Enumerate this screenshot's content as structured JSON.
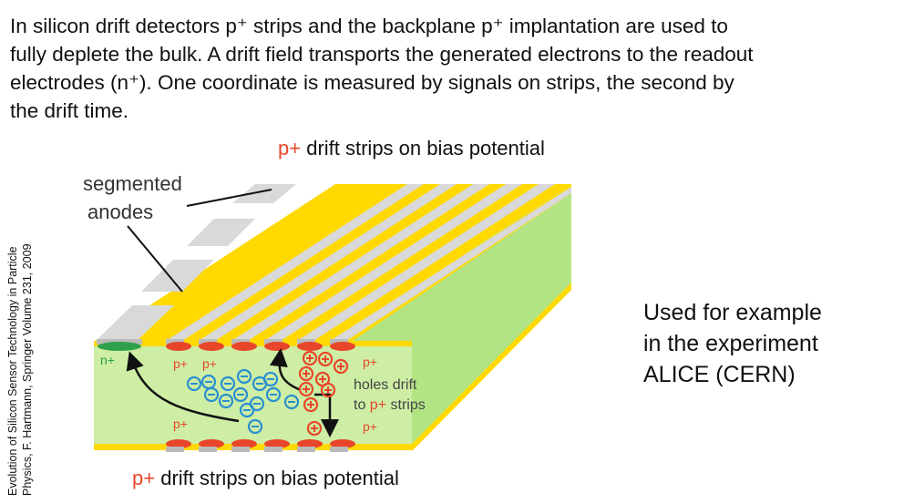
{
  "intro": {
    "line1": "In silicon drift detectors p⁺ strips and the backplane p⁺ implantation are used to",
    "line2": "fully deplete the bulk. A drift field transports the generated electrons to the readout",
    "line3": "electrodes (n⁺). One coordinate is measured by signals on strips, the second by",
    "line4": "the drift time."
  },
  "citation": {
    "line1": "Evolution of Silicon Sensor Technology in Particle",
    "line2": "Physics, F. Hartmann, Springer Volume 231, 2009"
  },
  "diagram": {
    "top_label_prefix": "p+",
    "top_label_text": " drift strips on bias potential",
    "bottom_label_prefix": "p+",
    "bottom_label_text": " drift strips on bias potential",
    "anodes_line1": "segmented",
    "anodes_line2": "anodes",
    "n_plus": "n+",
    "p_plus": "p+",
    "holes_line1": "holes drift",
    "holes_line2_prefix": "to ",
    "holes_line2_pplus": "p+",
    "holes_line2_suffix": " strips",
    "electron_symbol": "⊖",
    "hole_symbol": "⊕",
    "colors": {
      "bulk_front": "#cdeea4",
      "bulk_side": "#b3e484",
      "implant_yellow": "#ffd900",
      "strip_gray": "#d9d9d9",
      "strip_red": "#e8462a",
      "anode_green": "#2ea04b",
      "electron_blue": "#2b8fd0",
      "hole_red": "#e8462a"
    }
  },
  "caption": {
    "line1": "Used for example",
    "line2": "in the experiment",
    "line3": "ALICE (CERN)"
  }
}
